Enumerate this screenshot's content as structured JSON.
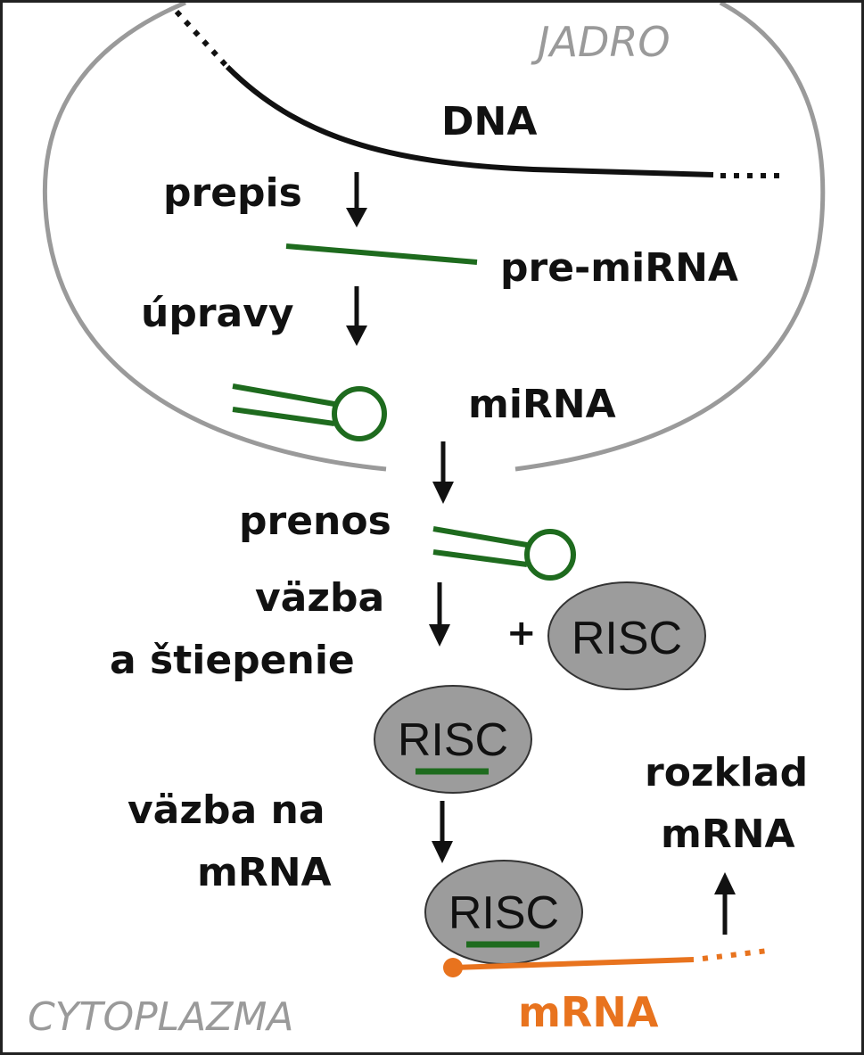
{
  "regions": {
    "nucleus_label": "JADRO",
    "cytoplasm_label": "CYTOPLAZMA"
  },
  "molecules": {
    "dna": "DNA",
    "pre_mirna": "pre-miRNA",
    "mirna": "miRNA",
    "mrna": "mRNA"
  },
  "steps": {
    "transcription": "prepis",
    "processing": "úpravy",
    "transport": "prenos",
    "binding_line1": "väzba",
    "binding_line2": "a štiepenie",
    "mrna_binding_line1": "väzba na",
    "mrna_binding_line2": "mRNA",
    "degradation_line1": "rozklad",
    "degradation_line2": "mRNA"
  },
  "complex": {
    "risc": "RISC",
    "plus": "+"
  },
  "colors": {
    "membrane": "#9a9a9a",
    "dna": "#111111",
    "rna": "#1e6b1e",
    "mrna": "#e8731e",
    "risc_fill": "#9c9c9c",
    "text": "#111111"
  }
}
